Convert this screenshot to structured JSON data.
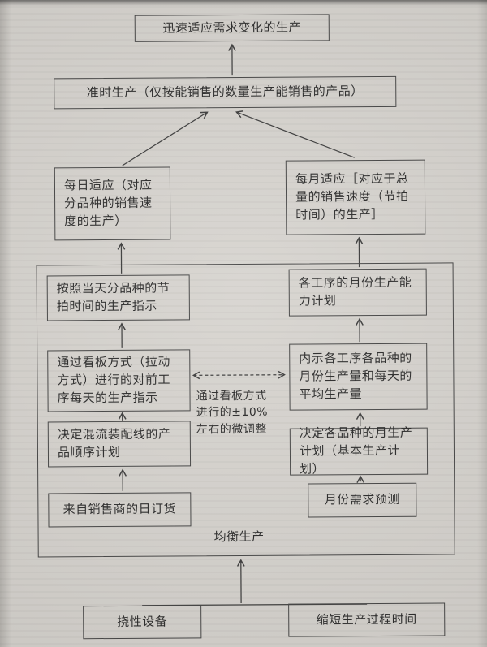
{
  "diagram": {
    "goal": "迅速适应需求变化的生产",
    "jit": "准时生产（仅按能销售的数量生产能销售的产品）",
    "daily": "每日适应（对应分品种的销售速度的生产）",
    "monthly": "每月适应［对应于总量的销售速度（节拍时间）的生产］",
    "left_flow": [
      "按照当天分品种的节拍时间的生产指示",
      "通过看板方式（拉动方式）进行的对前工序每天的生产指示",
      "决定混流装配线的产品顺序计划",
      "来自销售商的日订货"
    ],
    "right_flow": [
      "各工序的月份生产能力计划",
      "内示各工序各品种的月份生产量和每天的平均生产量",
      "决定各品种的月生产计划（基本生产计划）",
      "月份需求预测"
    ],
    "note": "通过看板方式进行的±10%左右的微调整",
    "leveling": "均衡生产",
    "foundation": [
      "挠性设备",
      "缩短生产过程时间"
    ],
    "colors": {
      "paper": "#d5d2cd",
      "ink": "#1f1f1f",
      "line": "#3c3c3c"
    }
  }
}
